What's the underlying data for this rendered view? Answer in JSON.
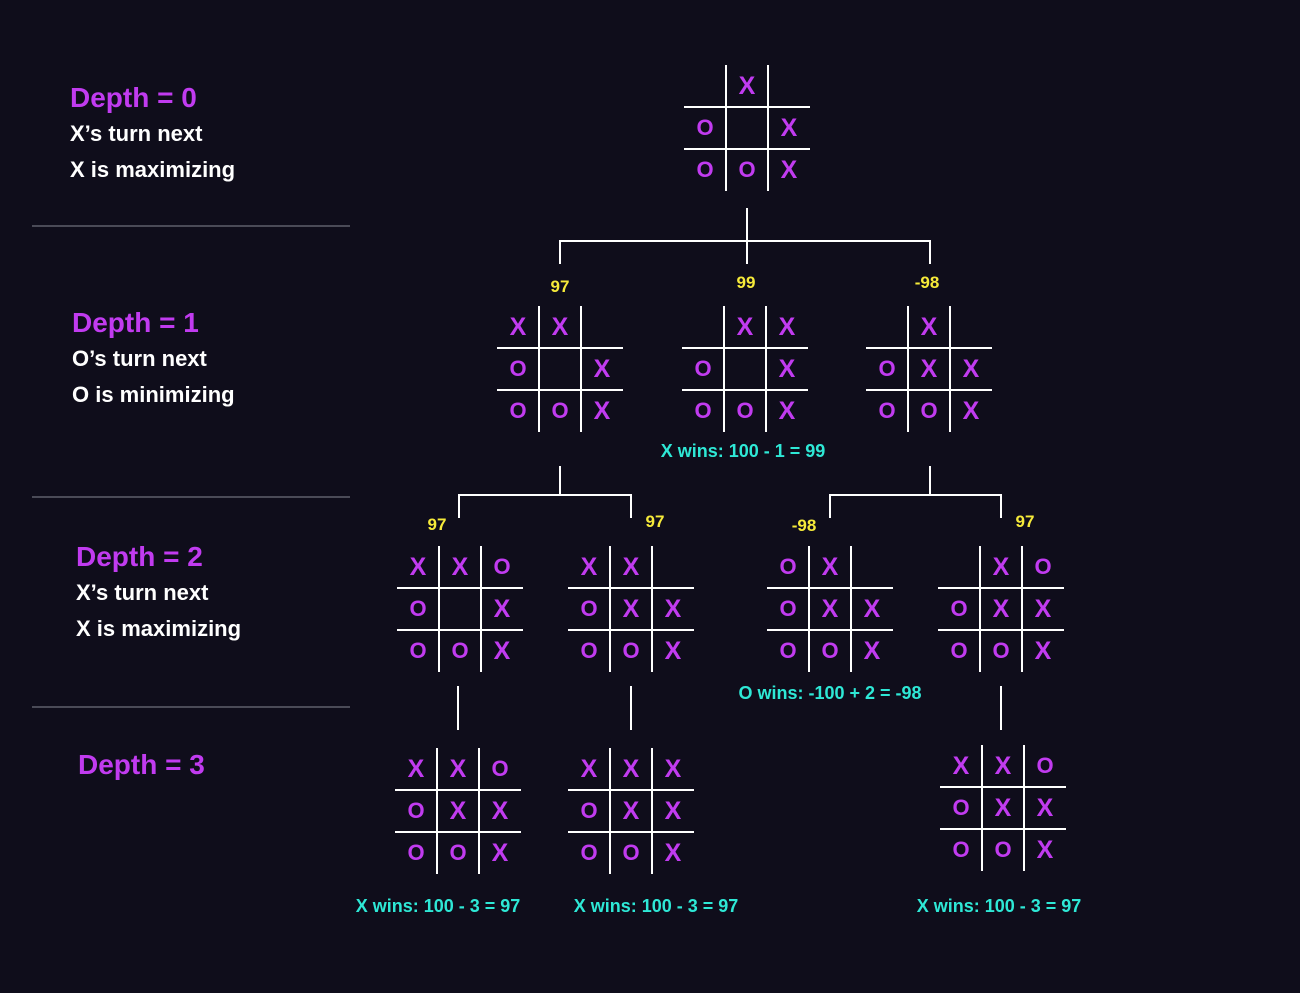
{
  "colors": {
    "background": "#0f0d1b",
    "mark": "#c13bf0",
    "grid": "#ffffff",
    "score": "#f6ea3a",
    "result": "#2ee8d6",
    "divider": "#4a4a57"
  },
  "depths": [
    {
      "title": "Depth = 0",
      "lines": [
        "X’s turn next",
        "X is maximizing"
      ]
    },
    {
      "title": "Depth = 1",
      "lines": [
        "O’s turn next",
        "O is minimizing"
      ]
    },
    {
      "title": "Depth = 2",
      "lines": [
        "X’s turn next",
        "X is maximizing"
      ]
    },
    {
      "title": "Depth = 3",
      "lines": []
    }
  ],
  "nodes": [
    {
      "id": "root",
      "depth": 0,
      "cells": [
        "",
        "X",
        "",
        "O",
        "",
        "X",
        "O",
        "O",
        "X"
      ]
    },
    {
      "id": "d1-a",
      "depth": 1,
      "score": "97",
      "cells": [
        "X",
        "X",
        "",
        "O",
        "",
        "X",
        "O",
        "O",
        "X"
      ]
    },
    {
      "id": "d1-b",
      "depth": 1,
      "score": "99",
      "cells": [
        "",
        "X",
        "X",
        "O",
        "",
        "X",
        "O",
        "O",
        "X"
      ],
      "result": "X wins: 100 - 1 = 99"
    },
    {
      "id": "d1-c",
      "depth": 1,
      "score": "-98",
      "cells": [
        "",
        "X",
        "",
        "O",
        "X",
        "X",
        "O",
        "O",
        "X"
      ]
    },
    {
      "id": "d2-a",
      "depth": 2,
      "score": "97",
      "cells": [
        "X",
        "X",
        "O",
        "O",
        "",
        "X",
        "O",
        "O",
        "X"
      ]
    },
    {
      "id": "d2-b",
      "depth": 2,
      "score": "97",
      "cells": [
        "X",
        "X",
        "",
        "O",
        "X",
        "X",
        "O",
        "O",
        "X"
      ]
    },
    {
      "id": "d2-c",
      "depth": 2,
      "score": "-98",
      "cells": [
        "O",
        "X",
        "",
        "O",
        "X",
        "X",
        "O",
        "O",
        "X"
      ],
      "result": "O wins: -100 + 2 = -98"
    },
    {
      "id": "d2-d",
      "depth": 2,
      "score": "97",
      "cells": [
        "",
        "X",
        "O",
        "O",
        "X",
        "X",
        "O",
        "O",
        "X"
      ]
    },
    {
      "id": "d3-a",
      "depth": 3,
      "cells": [
        "X",
        "X",
        "O",
        "O",
        "X",
        "X",
        "O",
        "O",
        "X"
      ],
      "result": "X wins: 100 - 3 = 97"
    },
    {
      "id": "d3-b",
      "depth": 3,
      "cells": [
        "X",
        "X",
        "X",
        "O",
        "X",
        "X",
        "O",
        "O",
        "X"
      ],
      "result": "X wins: 100 - 3 = 97"
    },
    {
      "id": "d3-c",
      "depth": 3,
      "cells": [
        "X",
        "X",
        "O",
        "O",
        "X",
        "X",
        "O",
        "O",
        "X"
      ],
      "result": "X wins: 100 - 3 = 97"
    }
  ]
}
